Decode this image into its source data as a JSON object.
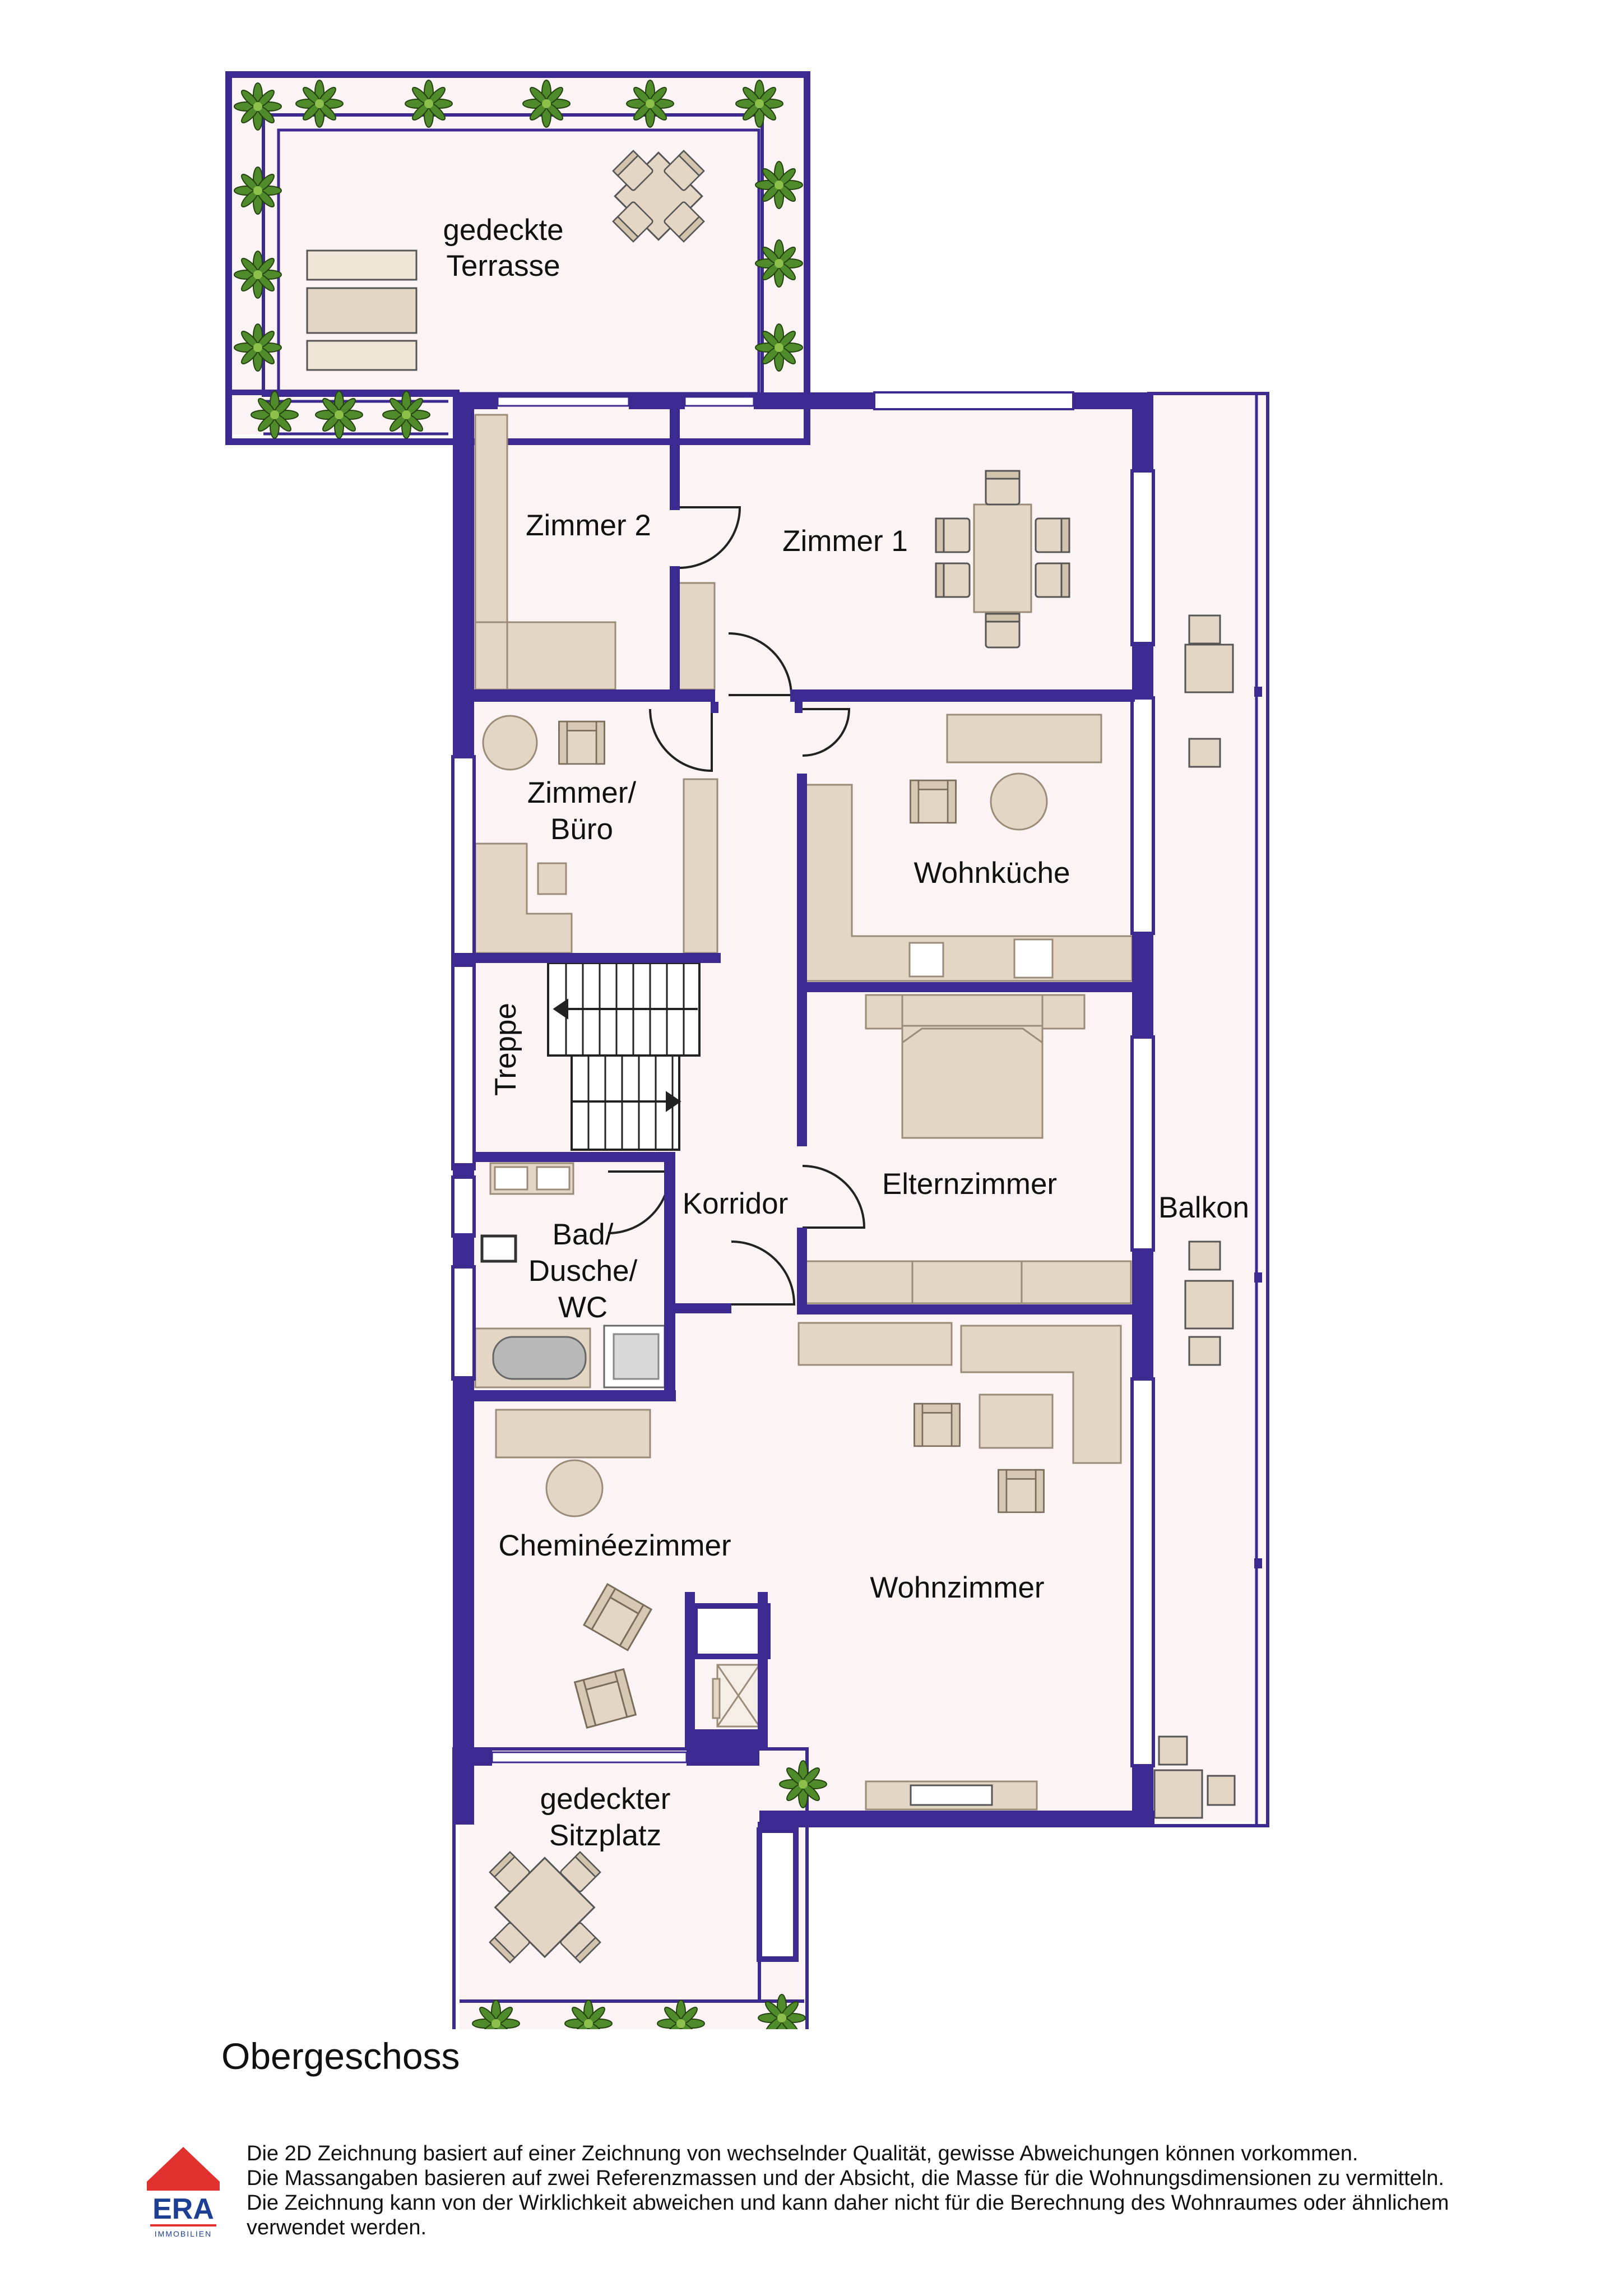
{
  "rooms": {
    "terrasse": [
      "gedeckte",
      "Terrasse"
    ],
    "zimmer2": [
      "Zimmer 2"
    ],
    "zimmer1": [
      "Zimmer 1"
    ],
    "buero": [
      "Zimmer/",
      "Büro"
    ],
    "wohnkueche": [
      "Wohnküche"
    ],
    "treppe": [
      "Treppe"
    ],
    "elternzimmer": [
      "Elternzimmer"
    ],
    "korridor": [
      "Korridor"
    ],
    "bad": [
      "Bad/",
      "Dusche/",
      "WC"
    ],
    "balkon": [
      "Balkon"
    ],
    "cheminee": [
      "Cheminéezimmer"
    ],
    "wohnzimmer": [
      "Wohnzimmer"
    ],
    "sitzplatz": [
      "gedeckter",
      "Sitzplatz"
    ]
  },
  "floor_title": "Obergeschoss",
  "disclaimer": [
    "Die 2D Zeichnung basiert auf einer Zeichnung von wechselnder Qualität, gewisse Abweichungen können vorkommen.",
    "Die Massangaben basieren auf zwei Referenzmassen und der Absicht, die Masse für die Wohnungsdimensionen zu vermitteln.",
    "Die Zeichnung kann von der Wirklichkeit abweichen und kann daher nicht für die Berechnung des Wohnraumes oder ähnlichem",
    "verwendet werden."
  ],
  "logo": {
    "text": "ERA",
    "subtext": "IMMOBILIEN"
  },
  "colors": {
    "wall": "#3d2a90",
    "floor": "#fcf3f4",
    "furniture": "#e3d6c4",
    "furniture_stroke": "#9a8c78",
    "logo_red": "#e0312e",
    "logo_blue": "#1c3f94"
  },
  "icons": [
    "plant-icon",
    "table-icon",
    "chair-icon",
    "sofa-icon",
    "bed-icon",
    "stove-icon",
    "sink-icon",
    "bathtub-icon",
    "shower-icon",
    "toilet-icon",
    "fireplace-icon",
    "stairs-icon",
    "door-swing-icon"
  ]
}
